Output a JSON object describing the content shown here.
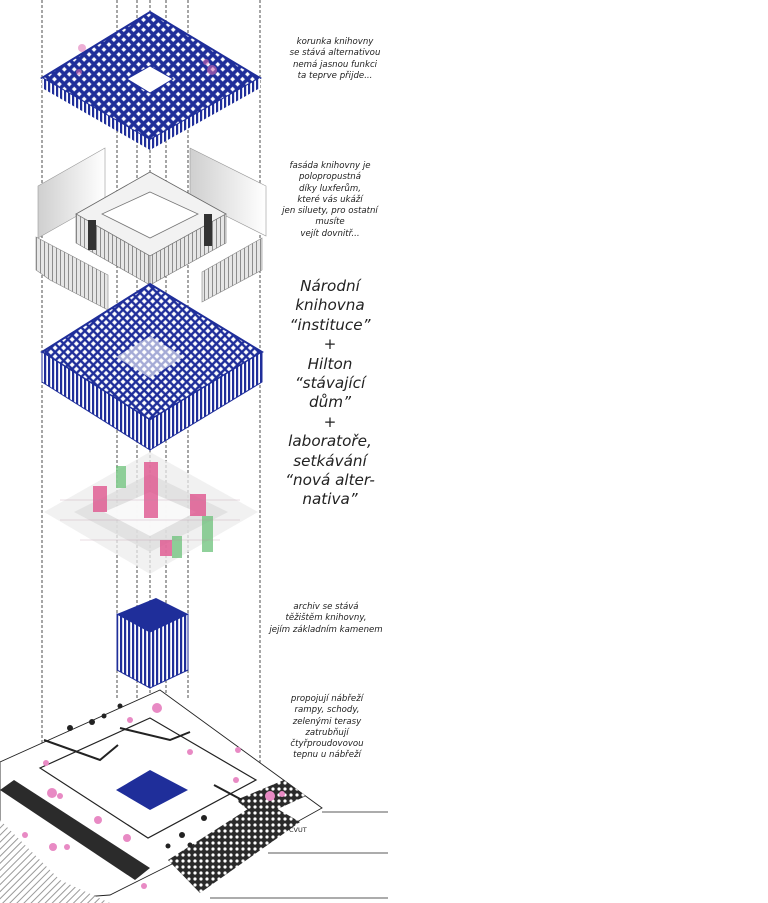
{
  "annotations": {
    "roof": "korunka knihovny\nse stává alternativou\nnemá jasnou funkci\nta teprve přijde...",
    "facade": "fasáda knihovny je\npolopropustná\ndíky luxferům,\nkteré vás ukáží\njen siluety, pro ostatní\nmusíte\nvejít dovnitř...",
    "main": "Národní\nknihovna\n“instituce”\n+\nHilton\n“stávající\ndům”\n+\nlaboratoře,\nsetkávání\n“nová alter-\nnativa”",
    "archive": "archiv se stává\ntěžištěm knihovny,\njejím základním kamenem",
    "ground": "propojují nábřeží\nrampy, schody,\nzelenými terasy\nzatrubňují\nčtyřproudovovou\ntepnu u nábřeží",
    "site_label": "CVUT"
  },
  "colors": {
    "structure_blue": "#1f2e9a",
    "program_pink": "#e0568f",
    "program_green": "#6cc27a",
    "facade_grey": "#8d8d8d",
    "tree_pink": "#e88ac4"
  }
}
